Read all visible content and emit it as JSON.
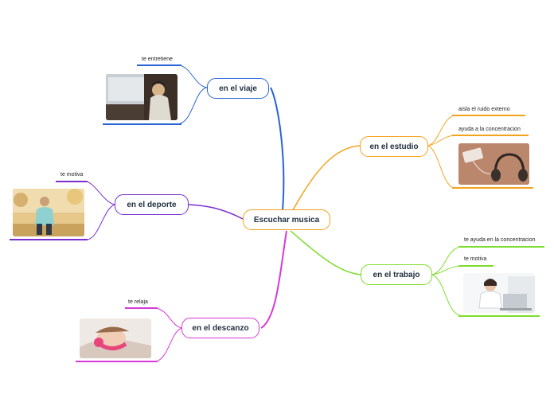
{
  "central": {
    "label": "Escuchar musica",
    "color": "#f0a020"
  },
  "branches": {
    "viaje": {
      "label": "en el viaje",
      "color": "#2a62d8",
      "leaf": "te entretiene",
      "image_icon": "train-passenger-photo-icon"
    },
    "deporte": {
      "label": "en el deporte",
      "color": "#7a2fd0",
      "leaf": "te motiva",
      "image_icon": "runner-with-headphones-photo-icon"
    },
    "descanso": {
      "label": "en el descanzo",
      "color": "#d838d8",
      "leaf": "te relaja",
      "image_icon": "woman-resting-with-headphones-photo-icon"
    },
    "estudio": {
      "label": "en el estudio",
      "color": "#f4a41c",
      "leaves": [
        "aisla el ruido externo",
        "ayuda a la concentracion"
      ],
      "image_icon": "headphones-and-phone-photo-icon"
    },
    "trabajo": {
      "label": "en el  trabajo",
      "color": "#7ddc2c",
      "leaves": [
        "te ayuda en la concentracion",
        "te motiva"
      ],
      "image_icon": "woman-at-laptop-photo-icon"
    }
  }
}
